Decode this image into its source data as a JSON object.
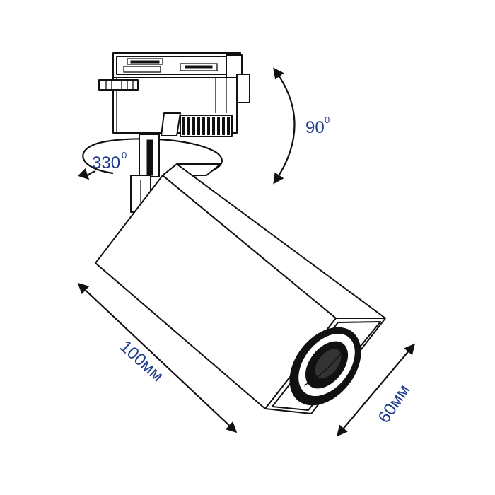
{
  "dimensions": {
    "tilt_angle": {
      "value": "90",
      "superscript": "0"
    },
    "rotation_angle": {
      "value": "330",
      "superscript": "0"
    },
    "body_length": "100мм",
    "body_width": "60мм"
  },
  "colors": {
    "dimension_text": "#1f3d8c",
    "line_art": "#111111",
    "background": "#ffffff"
  }
}
